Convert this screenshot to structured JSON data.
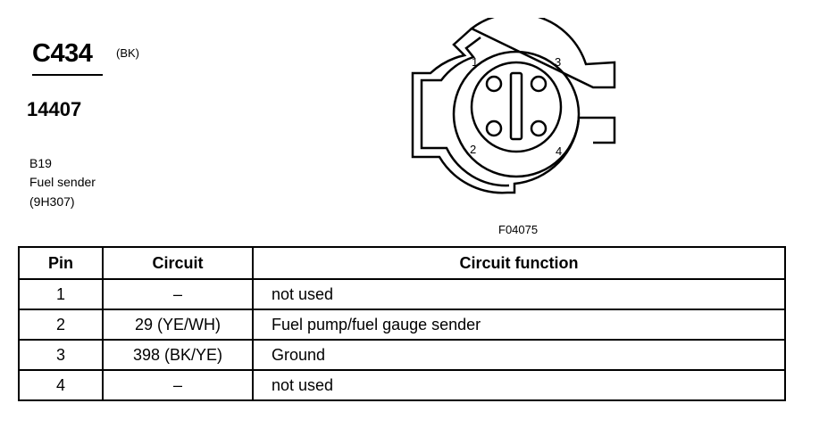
{
  "connector": {
    "id": "C434",
    "color": "(BK)",
    "part_number": "14407",
    "description_code": "B19",
    "description_name": "Fuel sender",
    "description_part": "(9H307)"
  },
  "diagram": {
    "pin_labels": [
      "1",
      "3",
      "2",
      "4"
    ],
    "figure_id": "F04075"
  },
  "table": {
    "headers": [
      "Pin",
      "Circuit",
      "Circuit function"
    ],
    "rows": [
      {
        "pin": "1",
        "circuit": "–",
        "function": "not used"
      },
      {
        "pin": "2",
        "circuit": "29 (YE/WH)",
        "function": "Fuel pump/fuel gauge sender"
      },
      {
        "pin": "3",
        "circuit": "398 (BK/YE)",
        "function": "Ground"
      },
      {
        "pin": "4",
        "circuit": "–",
        "function": "not used"
      }
    ]
  }
}
